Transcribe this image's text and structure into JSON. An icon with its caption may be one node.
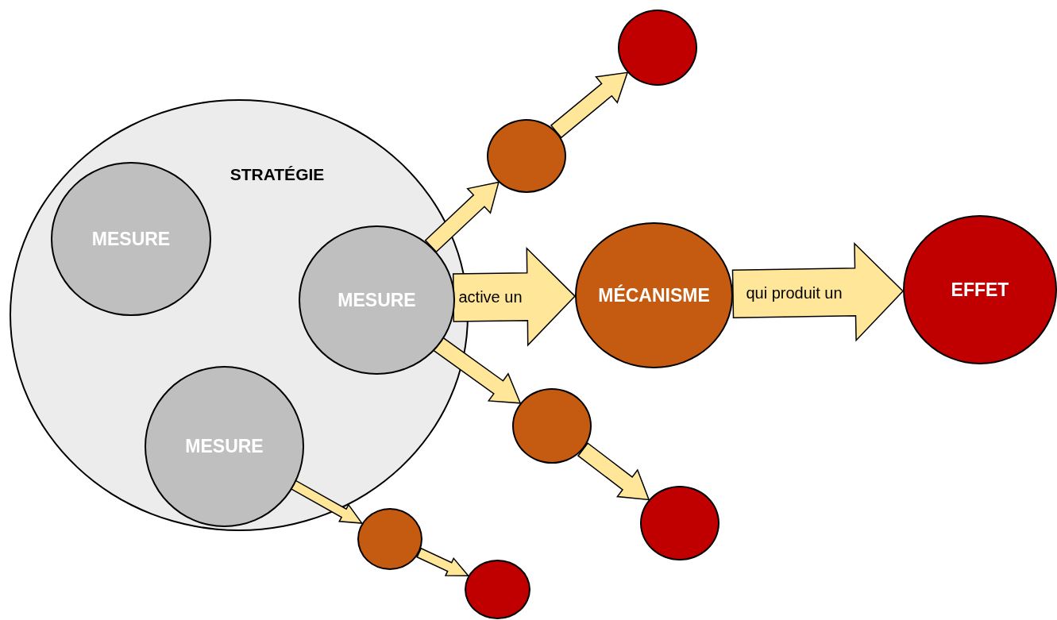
{
  "diagram": {
    "nodes": [
      {
        "text": [
          "STRATÉGIE"
        ]
      },
      {
        "text": [
          "MESURE"
        ],
        "in": 0
      },
      {
        "text": [
          "MESURE"
        ],
        "in": 0
      },
      {
        "text": [
          "MESURE"
        ],
        "in": 0
      },
      {
        "text": [],
        "shape": "circle"
      },
      {
        "text": [],
        "shape": "circle"
      },
      {
        "text": [
          "MÉCANISME"
        ]
      },
      {
        "text": [
          "EFFET"
        ]
      },
      {
        "text": [],
        "shape": "circle"
      },
      {
        "text": [],
        "shape": "circle"
      },
      {
        "text": [],
        "shape": "circle"
      },
      {
        "text": [],
        "shape": "circle"
      }
    ],
    "edges": [
      {
        "from": 2,
        "to": 4,
        "arrow": "to"
      },
      {
        "from": 4,
        "to": 5,
        "arrow": "to"
      },
      {
        "from": 2,
        "to": 6,
        "label": "active un",
        "arrow": "to"
      },
      {
        "from": 6,
        "to": 7,
        "label": "qui produit un",
        "arrow": "to"
      },
      {
        "from": 2,
        "to": 8,
        "arrow": "to"
      },
      {
        "from": 8,
        "to": 9,
        "arrow": "to"
      },
      {
        "from": 3,
        "to": 10,
        "arrow": "to"
      },
      {
        "from": 10,
        "to": 11,
        "arrow": "to"
      }
    ]
  }
}
